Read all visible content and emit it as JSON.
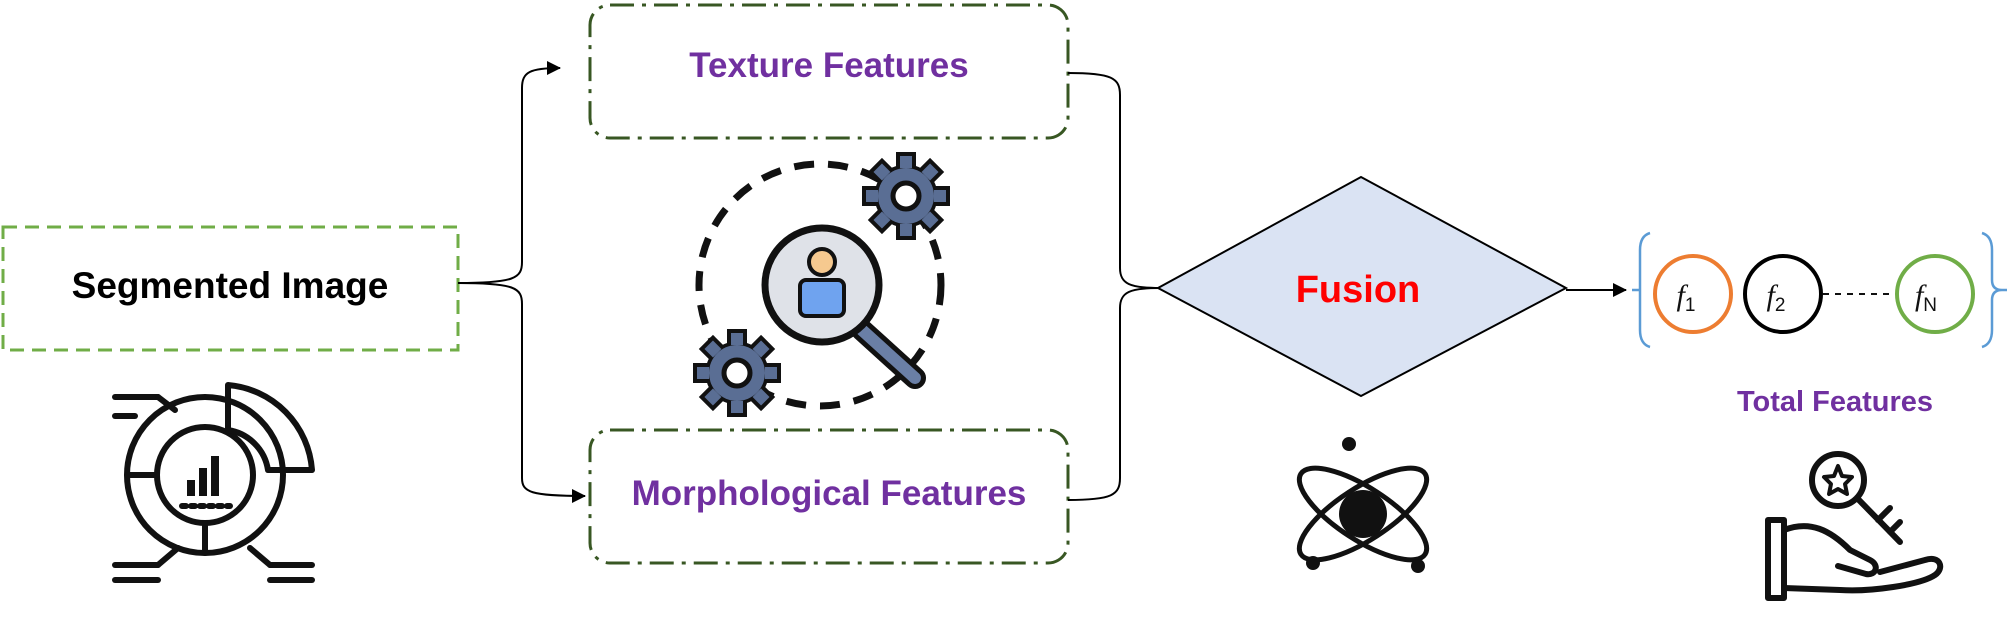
{
  "nodes": {
    "segmented_image": "Segmented Image",
    "texture_features": "Texture Features",
    "morphological_features": "Morphological Features",
    "fusion": "Fusion",
    "total_features": "Total Features"
  },
  "feature_vector": {
    "f1": {
      "base": "f",
      "sub": "1"
    },
    "f2": {
      "base": "f",
      "sub": "2"
    },
    "fN": {
      "base": "f",
      "sub": "N"
    }
  },
  "colors": {
    "segmented_border": "#70ad47",
    "feature_box_border": "#385723",
    "feature_text": "#7030a0",
    "fusion_text": "#ff0000",
    "fusion_fill": "#dae3f3",
    "bracket": "#5b9bd5",
    "f1_ring": "#ed7d31",
    "f2_ring": "#000000",
    "fN_ring": "#70ad47",
    "gear_fill": "#5a6e94",
    "person_fill": "#6fa3ef"
  },
  "icons": {
    "segmented": "pie-chart-analytics-icon",
    "center": "user-search-gears-icon",
    "fusion": "atom-icon",
    "total": "key-in-hand-icon"
  }
}
